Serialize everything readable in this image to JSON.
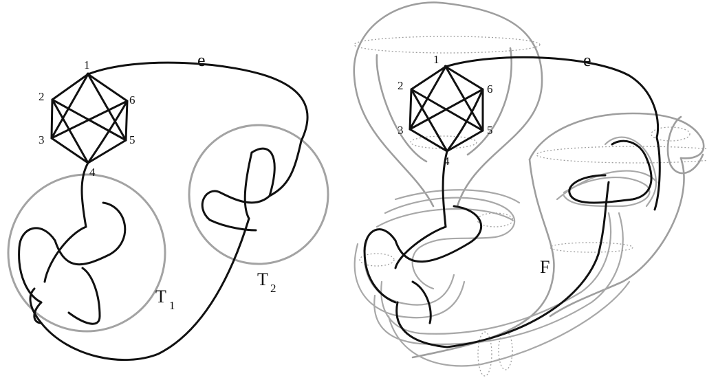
{
  "left_figure": {
    "vertices": [
      "1",
      "2",
      "3",
      "4",
      "5",
      "6"
    ],
    "edge_label": "e",
    "tangle_1": "T",
    "tangle_1_sub": "1",
    "tangle_2": "T",
    "tangle_2_sub": "2"
  },
  "right_figure": {
    "vertices": [
      "1",
      "2",
      "3",
      "4",
      "5",
      "6"
    ],
    "edge_label": "e",
    "surface_label": "F"
  },
  "colors": {
    "knot": "#111111",
    "surface": "#9e9e9e"
  }
}
